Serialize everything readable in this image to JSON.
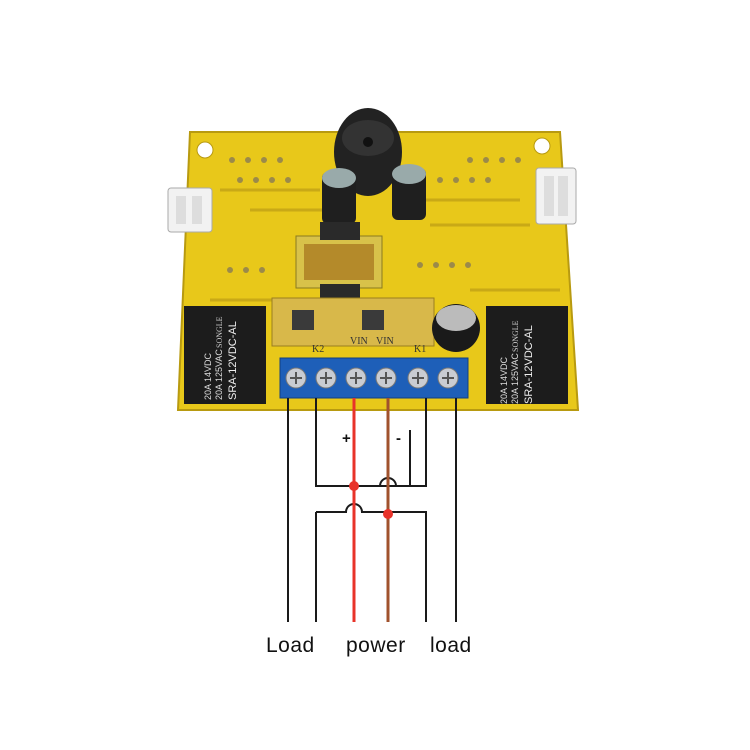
{
  "board": {
    "relay_left": {
      "brand": "SONGLE",
      "model": "SRA-12VDC-AL",
      "rating_dc": "20A 14VDC",
      "rating_ac": "20A 125VAC"
    },
    "relay_right": {
      "brand": "SONGLE",
      "model": "SRA-12VDC-AL",
      "rating_dc": "20A 14VDC",
      "rating_ac": "20A 125VAC"
    },
    "terminal_marks": {
      "k2": "K2",
      "vin_a": "VIN",
      "vin_b": "VIN",
      "k1": "K1"
    }
  },
  "wiring": {
    "plus_sign": "+",
    "minus_sign": "-",
    "colors": {
      "black_wire": "#1a1a1a",
      "red_wire": "#e8332a",
      "brown_wire": "#a0522d",
      "junction_red": "#e8332a"
    }
  },
  "labels": {
    "load_left": "Load",
    "power": "power",
    "load_right": "load"
  }
}
